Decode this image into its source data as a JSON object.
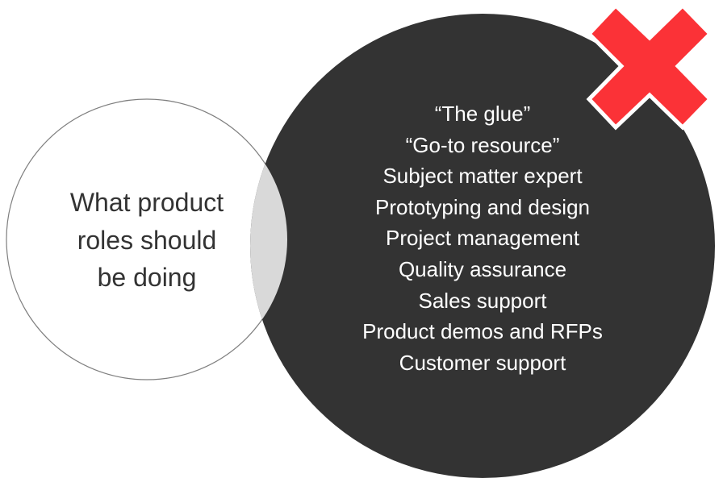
{
  "left_circle": {
    "lines": [
      "What product",
      "roles should",
      "be doing"
    ]
  },
  "right_circle": {
    "lines": [
      "“The glue”",
      "“Go-to resource”",
      "Subject matter expert",
      "Prototyping and design",
      "Project management",
      "Quality assurance",
      "Sales support",
      "Product demos and RFPs",
      "Customer support"
    ]
  },
  "colors": {
    "dark_circle": "#333333",
    "overlap": "#d9d9d9",
    "cross": "#fb3237",
    "left_outline": "#7f7f7f"
  },
  "icons": {
    "cross": "x-mark-icon"
  }
}
